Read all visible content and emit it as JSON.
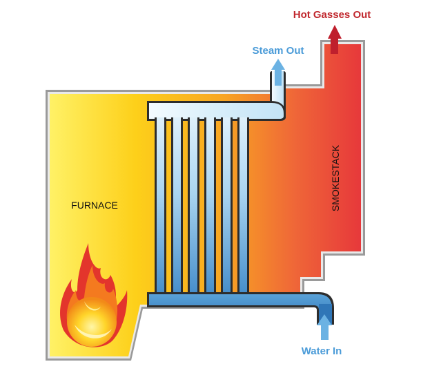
{
  "labels": {
    "hot_gasses_out": "Hot Gasses Out",
    "steam_out": "Steam Out",
    "furnace": "FURNACE",
    "smokestack": "SMOKESTACK",
    "water_in": "Water In"
  },
  "colors": {
    "hot_gas_label": "#c0272d",
    "steam_label": "#4a9bd8",
    "water_label": "#4a9bd8",
    "furnace_yellow": "#ffe94a",
    "furnace_orange": "#f7a21b",
    "smokestack_red": "#e8343a",
    "wall_gray": "#999999",
    "pipe_light": "#e8f4fb",
    "pipe_dark": "#3d86c6"
  },
  "icons": [
    "flame-icon",
    "arrow-up-icon"
  ]
}
